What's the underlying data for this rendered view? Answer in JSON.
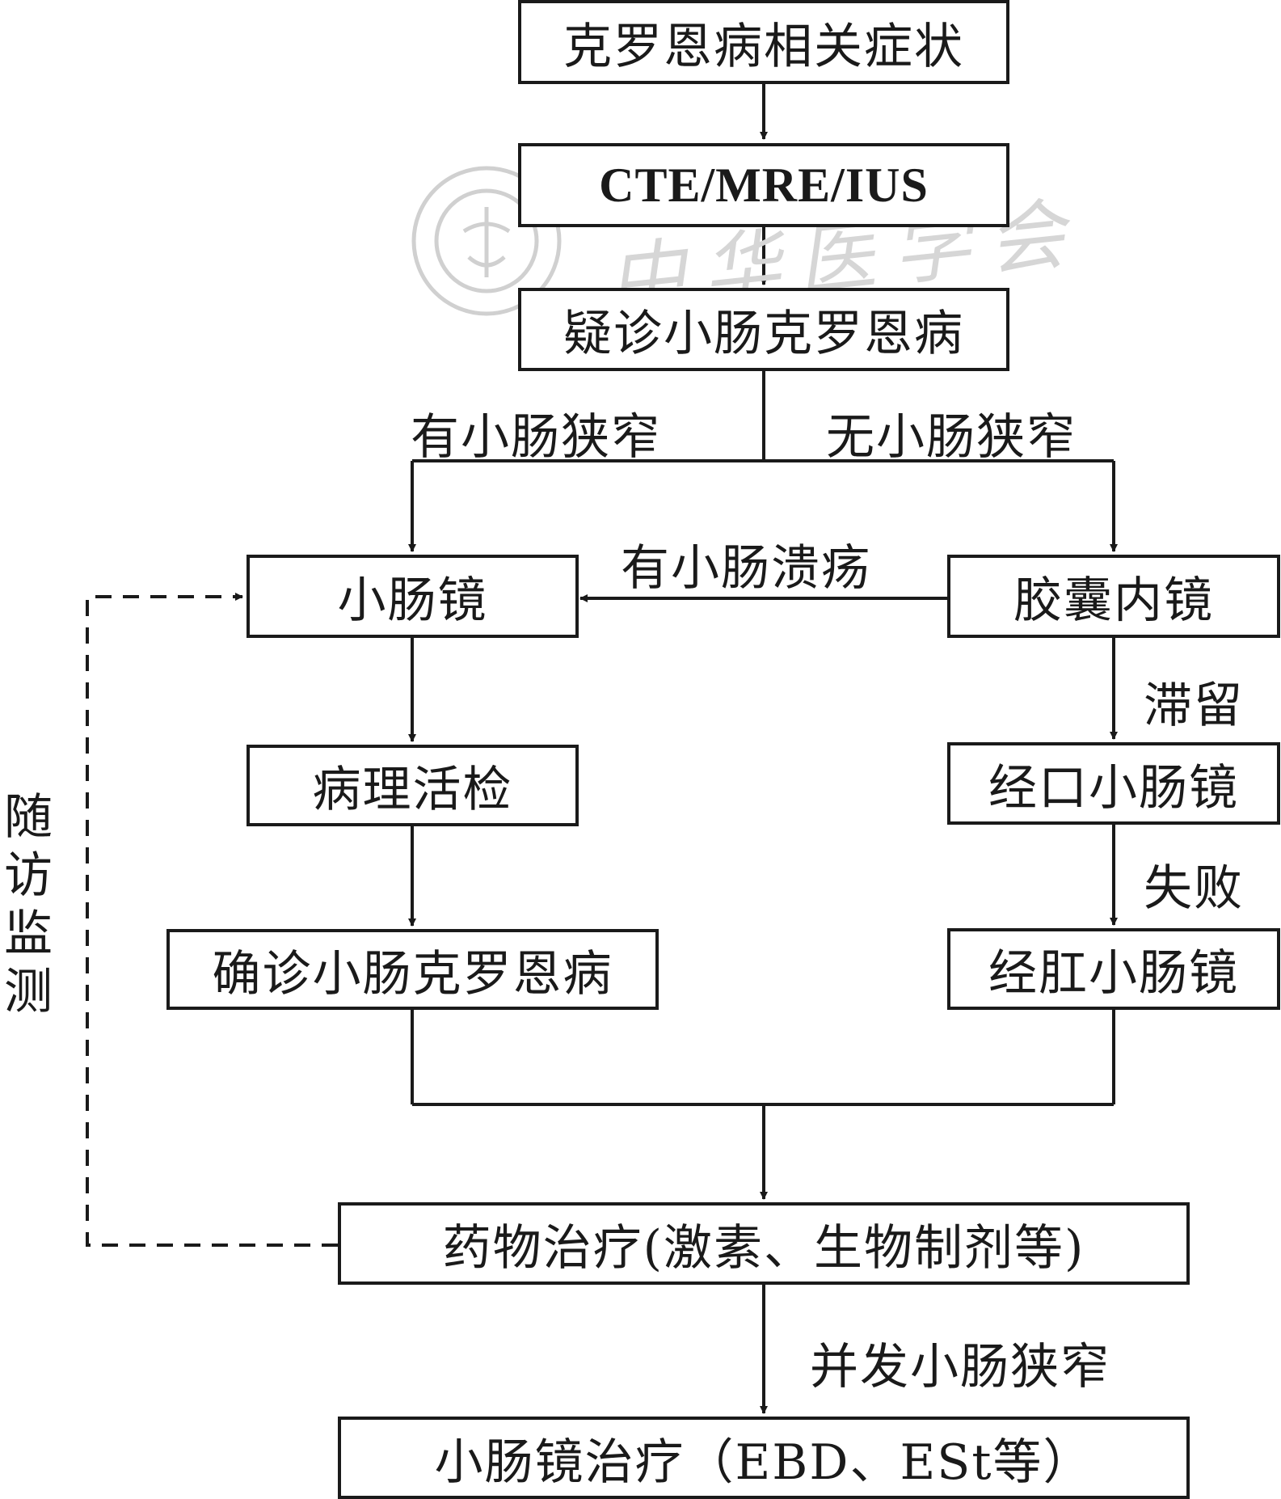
{
  "nodes": {
    "symptoms": "克罗恩病相关症状",
    "imaging": "CTE/MRE/IUS",
    "suspected": "疑诊小肠克罗恩病",
    "enteroscopy": "小肠镜",
    "capsule": "胶囊内镜",
    "biopsy": "病理活检",
    "oral_enteroscopy": "经口小肠镜",
    "confirmed": "确诊小肠克罗恩病",
    "anal_enteroscopy": "经肛小肠镜",
    "drug_therapy": "药物治疗(激素、生物制剂等)",
    "endo_therapy": "小肠镜治疗（EBD、ESt等）"
  },
  "edge_labels": {
    "with_stricture": "有小肠狭窄",
    "without_stricture": "无小肠狭窄",
    "with_ulcer": "有小肠溃疡",
    "retention": "滞留",
    "failure": "失败",
    "complication": "并发小肠狭窄",
    "follow_up": "随访监测"
  },
  "watermark": "中华医学会",
  "colors": {
    "line": "#1a1a1a",
    "watermark": "#d6d6d6"
  }
}
